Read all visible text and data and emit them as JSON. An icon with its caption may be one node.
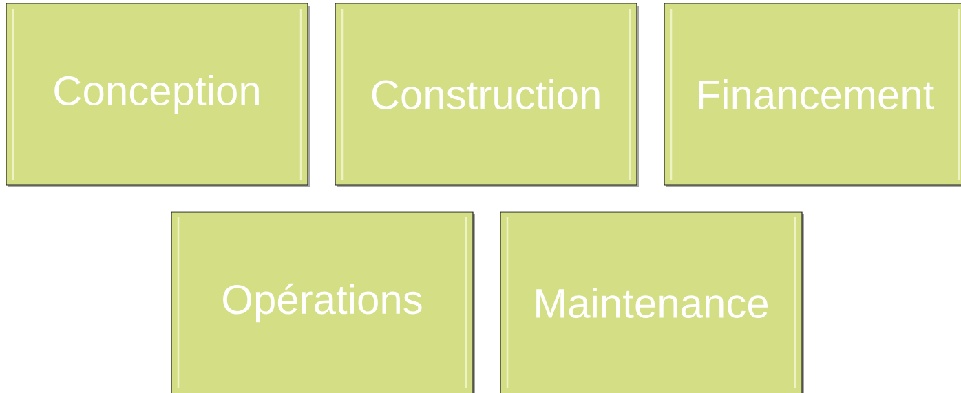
{
  "diagram": {
    "nodes": [
      {
        "text": [
          "Conception"
        ]
      },
      {
        "text": [
          "Construction"
        ]
      },
      {
        "text": [
          "Financement"
        ]
      },
      {
        "text": [
          "Opérations"
        ]
      },
      {
        "text": [
          "Maintenance"
        ]
      }
    ]
  }
}
